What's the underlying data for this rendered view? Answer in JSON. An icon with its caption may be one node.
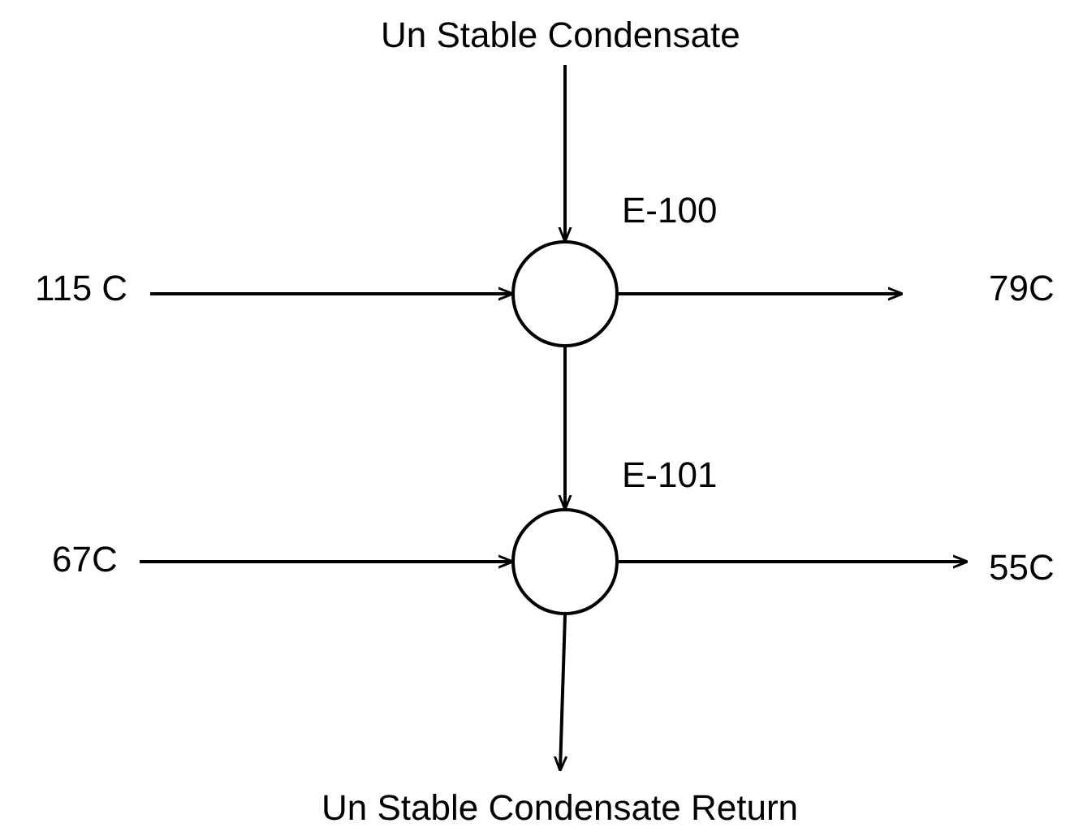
{
  "diagram": {
    "nodes": [
      {
        "text": [
          "Un Stable Condensate"
        ]
      },
      {
        "text": [],
        "shape": "circle",
        "beside": [
          "E-100"
        ]
      },
      {
        "text": [
          "115 C"
        ]
      },
      {
        "text": [
          "79C"
        ]
      },
      {
        "text": [],
        "shape": "circle",
        "beside": [
          "E-101"
        ]
      },
      {
        "text": [
          "67C"
        ]
      },
      {
        "text": [
          "55C"
        ]
      },
      {
        "text": [
          "Un Stable Condensate Return"
        ]
      }
    ],
    "edges": [
      {
        "from": 0,
        "to": 1,
        "arrow": "to"
      },
      {
        "from": 2,
        "to": 1,
        "arrow": "to"
      },
      {
        "from": 1,
        "to": 3,
        "arrow": "to"
      },
      {
        "from": 1,
        "to": 4,
        "arrow": "to"
      },
      {
        "from": 5,
        "to": 4,
        "arrow": "to"
      },
      {
        "from": 4,
        "to": 6,
        "arrow": "to"
      },
      {
        "from": 4,
        "to": 7,
        "arrow": "to"
      }
    ]
  }
}
